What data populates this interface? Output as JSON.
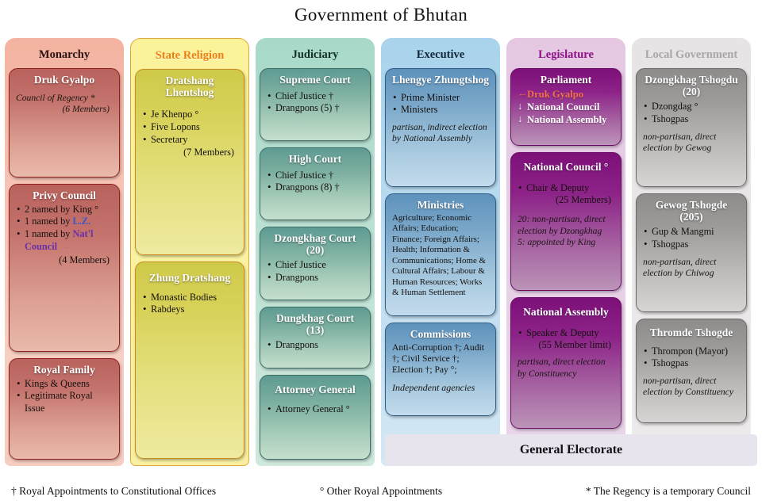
{
  "title": "Government of Bhutan",
  "colors": {
    "monarchy": "#f6c3b4",
    "state_religion": "#faf3a0",
    "judiciary": "#b9e0d2",
    "executive": "#bcdcf0",
    "legislature": "#e7cfe6",
    "local_government": "#e9e7e7",
    "religion_header_text": "#f07f12",
    "legislature_header_text": "#8e0f86",
    "local_header_text": "#a9a6a6",
    "druk_gyalpo_link": "#f4704a",
    "lz_link": "#3c56c8",
    "natl_council_link": "#6b2fa8"
  },
  "columns": [
    {
      "id": "monarchy",
      "header": "Monarchy",
      "cards": [
        {
          "id": "druk-gyalpo",
          "title": "Druk Gyalpo",
          "notes": [
            "Council of Regency *",
            "(6 Members)"
          ]
        },
        {
          "id": "privy-council",
          "title": "Privy Council",
          "items": [
            "2 named by King °",
            "1 named by L.Z. →",
            "1 named by Nat'l Council →"
          ],
          "member_note": "(4 Members)"
        },
        {
          "id": "royal-family",
          "title": "Royal Family",
          "items": [
            "Kings & Queens",
            "Legitimate Royal Issue"
          ]
        }
      ]
    },
    {
      "id": "state-religion",
      "header": "State Religion",
      "cards": [
        {
          "id": "dratshang-lhentshog",
          "title": "Dratshang Lhentshog",
          "items": [
            "Je Khenpo °",
            "Five Lopons",
            "Secretary"
          ],
          "member_note": "(7 Members)"
        },
        {
          "id": "zhung-dratshang",
          "title": "Zhung Dratshang",
          "items": [
            "Monastic Bodies",
            "Rabdeys"
          ]
        }
      ]
    },
    {
      "id": "judiciary",
      "header": "Judiciary",
      "cards": [
        {
          "id": "supreme-court",
          "title": "Supreme Court",
          "items": [
            "Chief Justice †",
            "Drangpons (5) †"
          ]
        },
        {
          "id": "high-court",
          "title": "High Court",
          "items": [
            "Chief Justice †",
            "Drangpons (8) †"
          ]
        },
        {
          "id": "dzongkhag-court",
          "title": "Dzongkhag Court (20)",
          "items": [
            "Chief Justice",
            "Drangpons"
          ]
        },
        {
          "id": "dungkhag-court",
          "title": "Dungkhag Court (13)",
          "items": [
            "Drangpons"
          ]
        },
        {
          "id": "attorney-general",
          "title": "Attorney General",
          "items": [
            "Attorney General °"
          ]
        }
      ]
    },
    {
      "id": "executive",
      "header": "Executive",
      "cards": [
        {
          "id": "lhengye-zhungtshog",
          "title": "Lhengye Zhungtshog",
          "items": [
            "Prime Minister",
            "Ministers"
          ],
          "italic": "partisan, indirect election by National Assembly"
        },
        {
          "id": "ministries",
          "title": "Ministries",
          "text": "Agriculture; Economic Affairs; Education; Finance; Foreign Affairs; Health; Information & Communications; Home & Cultural Affairs; Labour & Human Resources; Works & Human Settlement"
        },
        {
          "id": "commissions",
          "title": "Commissions",
          "text": "Anti-Corruption †;  Audit †;  Civil Service †;  Election †; Pay °;",
          "italic": "Independent agencies"
        }
      ]
    },
    {
      "id": "legislature",
      "header": "Legislature",
      "cards": [
        {
          "id": "parliament",
          "title": "Parliament",
          "rows": [
            {
              "arrow": "←",
              "label": "Druk Gyalpo",
              "style": "king"
            },
            {
              "arrow": "↓",
              "label": "National Council",
              "style": "plain"
            },
            {
              "arrow": "↓",
              "label": "National Assembly",
              "style": "plain"
            }
          ]
        },
        {
          "id": "national-council",
          "title": "National Council °",
          "items": [
            "Chair & Deputy"
          ],
          "member_note": "(25 Members)",
          "italic": "20: non-partisan, direct election by Dzongkhag\n5: appointed by King"
        },
        {
          "id": "national-assembly",
          "title": "National Assembly",
          "items": [
            "Speaker & Deputy"
          ],
          "member_note": "(55 Member limit)",
          "italic": "partisan, direct election by Constituency"
        }
      ]
    },
    {
      "id": "local-government",
      "header": "Local Government",
      "cards": [
        {
          "id": "dzongkhag-tshogdu",
          "title": "Dzongkhag Tshogdu (20)",
          "items": [
            "Dzongdag °",
            "Tshogpas"
          ],
          "italic": "non-partisan, direct election by Gewog"
        },
        {
          "id": "gewog-tshogde",
          "title": "Gewog Tshogde (205)",
          "items": [
            "Gup & Mangmi",
            "Tshogpas"
          ],
          "italic": "non-partisan, direct election by Chiwog"
        },
        {
          "id": "thromde-tshogde",
          "title": "Thromde Tshogde",
          "items": [
            "Thrompon (Mayor)",
            "Tshogpas"
          ],
          "italic": "non-partisan, direct election by Constituency"
        }
      ]
    }
  ],
  "electorate_label": "General Electorate",
  "footnotes": {
    "dagger": "† Royal Appointments to Constitutional Offices",
    "degree": "° Other Royal Appointments",
    "asterisk": "* The Regency is a temporary Council"
  }
}
